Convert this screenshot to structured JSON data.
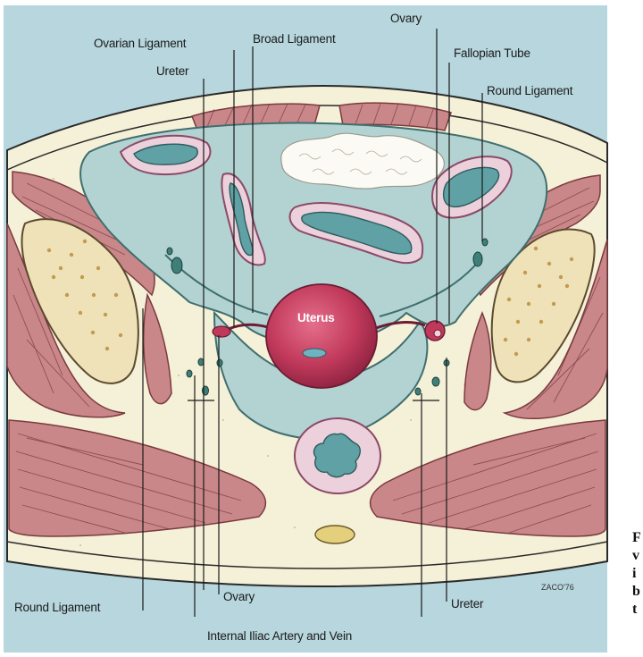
{
  "labels": {
    "ovarian_ligament": "Ovarian Ligament",
    "broad_ligament": "Broad Ligament",
    "ovary_top": "Ovary",
    "ureter_top": "Ureter",
    "fallopian_tube": "Fallopian Tube",
    "round_ligament_right": "Round Ligament",
    "uterus": "Uterus",
    "round_ligament_left": "Round Ligament",
    "ovary_bottom": "Ovary",
    "ureter_bottom": "Ureter",
    "internal_iliac": "Internal Iliac Artery and Vein",
    "signature": "ZACO'76"
  },
  "side_text": [
    "F",
    "v",
    "i",
    "b",
    "t"
  ],
  "colors": {
    "background_blue": "#b7d6dd",
    "body_cream": "#f5f0d8",
    "muscle": "#c9878a",
    "peritoneal_cavity": "#b3d3d3",
    "uterus": "#c0395a",
    "bone": "#efe2b8"
  }
}
